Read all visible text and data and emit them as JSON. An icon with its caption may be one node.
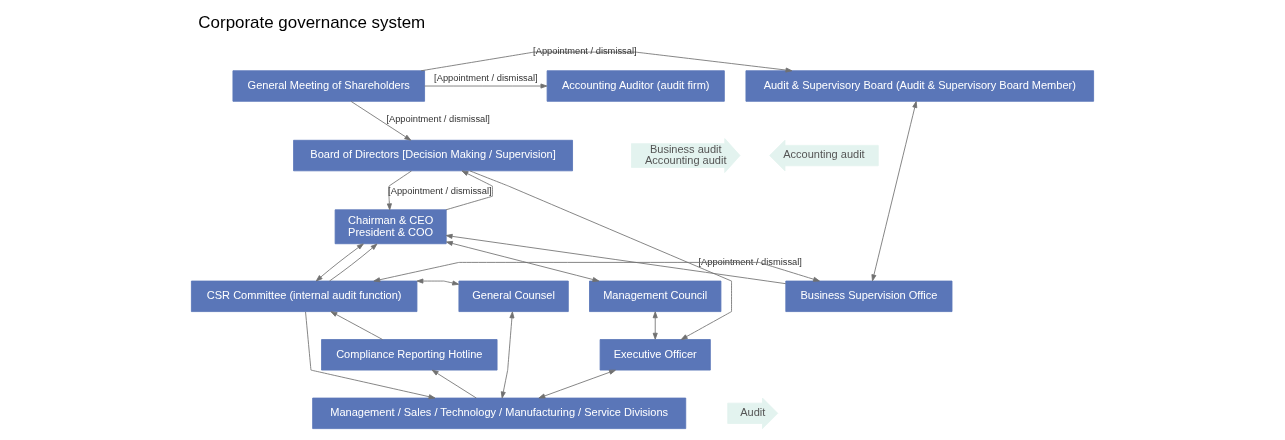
{
  "diagram": {
    "title": "Corporate governance system",
    "nodes": [
      {
        "text": [
          "Audit & Supervisory Board (Audit & Supervisory Board Member)"
        ]
      },
      {
        "text": [
          "General Meeting of Shareholders"
        ]
      },
      {
        "text": [
          "Accounting Auditor (audit firm)"
        ]
      },
      {
        "text": [
          "Board of Directors [Decision Making / Supervision]"
        ]
      },
      {
        "text": [
          "Business audit",
          "Accounting audit"
        ]
      },
      {
        "text": [
          "Accounting audit"
        ]
      },
      {
        "text": [
          "Chairman & CEO",
          "President & COO"
        ]
      },
      {
        "text": [
          "Business Supervision Office"
        ]
      },
      {
        "text": [
          "Management Council"
        ]
      },
      {
        "text": [
          "CSR Committee (internal audit function)"
        ]
      },
      {
        "text": [
          "General Counsel"
        ]
      },
      {
        "text": [
          "Executive Officer"
        ]
      },
      {
        "text": [
          "Compliance Reporting Hotline"
        ]
      },
      {
        "text": [
          "Audit"
        ]
      },
      {
        "text": [
          "Management / Sales / Technology / Manufacturing / Service Divisions"
        ]
      }
    ],
    "edges": [
      {
        "from": 1,
        "to": 0,
        "arrow": "to",
        "label": "[Appointment / dismissal]"
      },
      {
        "from": 1,
        "to": 2,
        "arrow": "to",
        "label": "[Appointment / dismissal]"
      },
      {
        "from": 1,
        "to": 3,
        "arrow": "to",
        "label": "[Appointment / dismissal]"
      },
      {
        "from": 3,
        "to": 11,
        "arrow": "to",
        "label": "[Appointment / dismissal]"
      },
      {
        "from": 3,
        "to": 6,
        "arrow": "to",
        "label": "[Appointment / dismissal]"
      },
      {
        "from": 6,
        "to": 3,
        "arrow": "to"
      },
      {
        "from": 6,
        "to": 8,
        "arrow": "both"
      },
      {
        "from": 6,
        "to": 9,
        "arrow": "both"
      },
      {
        "from": 9,
        "to": 6,
        "arrow": "to"
      },
      {
        "from": 7,
        "to": 6,
        "arrow": "to"
      },
      {
        "from": 9,
        "to": 7,
        "arrow": "both"
      },
      {
        "from": 0,
        "to": 7,
        "arrow": "both"
      },
      {
        "from": 8,
        "to": 11,
        "arrow": "both"
      },
      {
        "from": 9,
        "to": 10,
        "arrow": "both"
      },
      {
        "from": 11,
        "to": 14,
        "arrow": "both"
      },
      {
        "from": 9,
        "to": 14,
        "arrow": "to"
      },
      {
        "from": 14,
        "to": 12,
        "arrow": "to"
      },
      {
        "from": 12,
        "to": 9,
        "arrow": "to"
      },
      {
        "from": 14,
        "to": 10,
        "arrow": "both"
      }
    ]
  }
}
